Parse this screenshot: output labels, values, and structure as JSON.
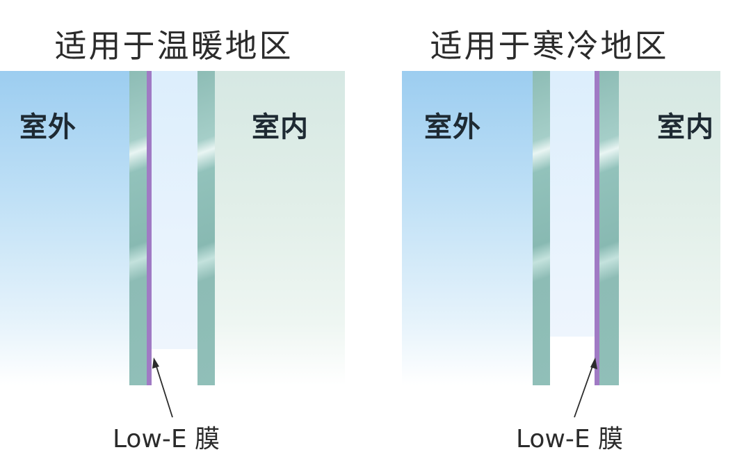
{
  "left_panel": {
    "title": "适用于温暖地区",
    "outdoor_label": "室外",
    "indoor_label": "室内",
    "film_label": "Low-E 膜"
  },
  "right_panel": {
    "title": "适用于寒冷地区",
    "outdoor_label": "室外",
    "indoor_label": "室内",
    "film_label": "Low-E 膜"
  },
  "colors": {
    "outdoor_sky": "#9ccdf0",
    "indoor_tint": "#d6e8e3",
    "glass": "#8dbcb5",
    "low_e_film": "#a07ac4"
  }
}
